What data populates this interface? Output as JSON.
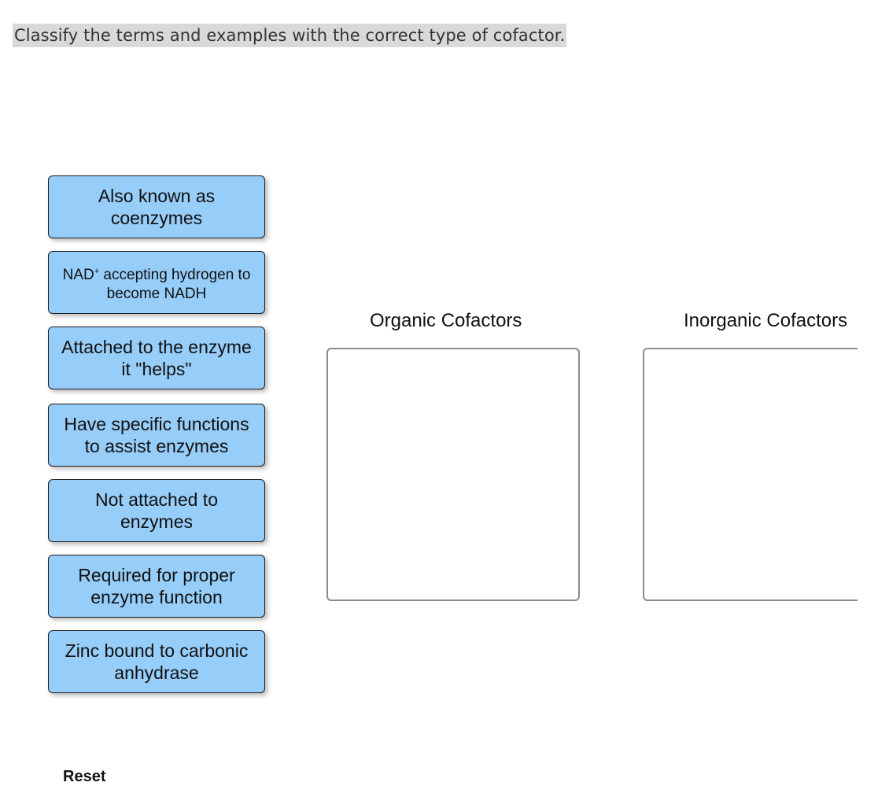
{
  "instruction": "Classify the terms and examples with the correct type of cofactor.",
  "tiles": [
    {
      "label": "Also known as coenzymes"
    },
    {
      "label_pre": "NAD",
      "label_sup": "+",
      "label_post": " accepting hydrogen to become NADH"
    },
    {
      "label": "Attached to the enzyme it \"helps\""
    },
    {
      "label": "Have specific functions to assist enzymes"
    },
    {
      "label": "Not attached to enzymes"
    },
    {
      "label": "Required for proper enzyme function"
    },
    {
      "label": "Zinc bound to carbonic anhydrase"
    }
  ],
  "zones": [
    {
      "title": "Organic Cofactors"
    },
    {
      "title": "Inorganic Cofactors"
    }
  ],
  "reset_label": "Reset",
  "colors": {
    "tile_fill": "#97cdf9",
    "tile_border": "#1c1c1c",
    "instruction_bg": "#d9d9d9",
    "zone_border": "#8a8a8a"
  }
}
